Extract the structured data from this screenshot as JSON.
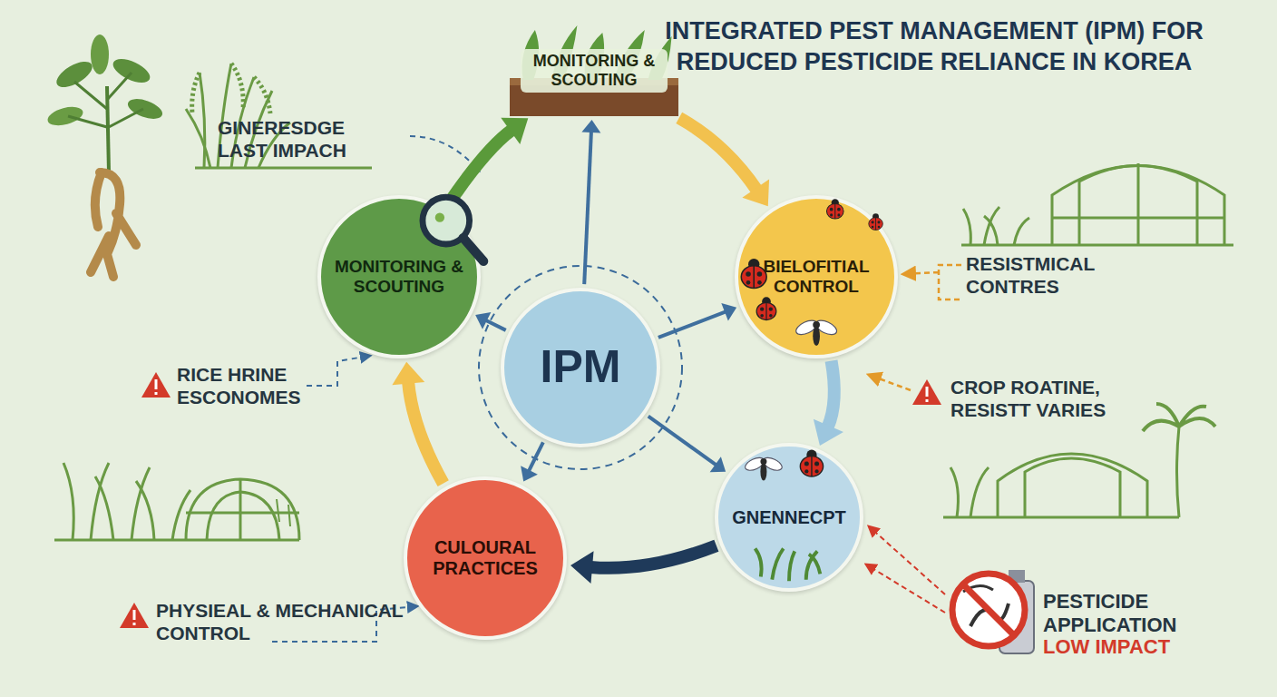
{
  "diagram": {
    "title": "INTEGRATED PEST MANAGEMENT (IPM) FOR REDUCED PESTICIDE RELIANCE IN KOREA",
    "nodes": [
      {
        "text": [
          "MONITORING & SCOUTING"
        ]
      },
      {
        "text": [
          "MONITORING & SCOUTING"
        ]
      },
      {
        "text": [
          "IPM"
        ]
      },
      {
        "text": [
          "BIELOFITIAL CONTROL"
        ]
      },
      {
        "text": [
          "CULOURAL PRACTICES"
        ]
      },
      {
        "text": [
          "GNENNECPT"
        ]
      }
    ],
    "edges": [
      {
        "from": 2,
        "to": 0,
        "arrow": "to"
      },
      {
        "from": 2,
        "to": 1,
        "arrow": "to"
      },
      {
        "from": 2,
        "to": 3,
        "arrow": "to"
      },
      {
        "from": 2,
        "to": 4,
        "arrow": "to"
      },
      {
        "from": 2,
        "to": 5,
        "arrow": "to"
      },
      {
        "from": 1,
        "to": 0,
        "arrow": "to"
      },
      {
        "from": 0,
        "to": 3,
        "arrow": "to"
      },
      {
        "from": 3,
        "to": 5,
        "arrow": "to"
      },
      {
        "from": 5,
        "to": 4,
        "arrow": "to"
      },
      {
        "from": 4,
        "to": 1,
        "arrow": "to"
      }
    ],
    "labels": [
      "GINERESDGE LAST IMPACH",
      "RESISTMICAL CONTRES",
      "RICE HRINE ESCONOMES",
      "CROP ROATINE, RESISTT VARIES",
      "PHYSIEAL & MECHANICAL CONTROL",
      "PESTICIDE APPLICATION",
      "LOW IMPACT"
    ]
  }
}
